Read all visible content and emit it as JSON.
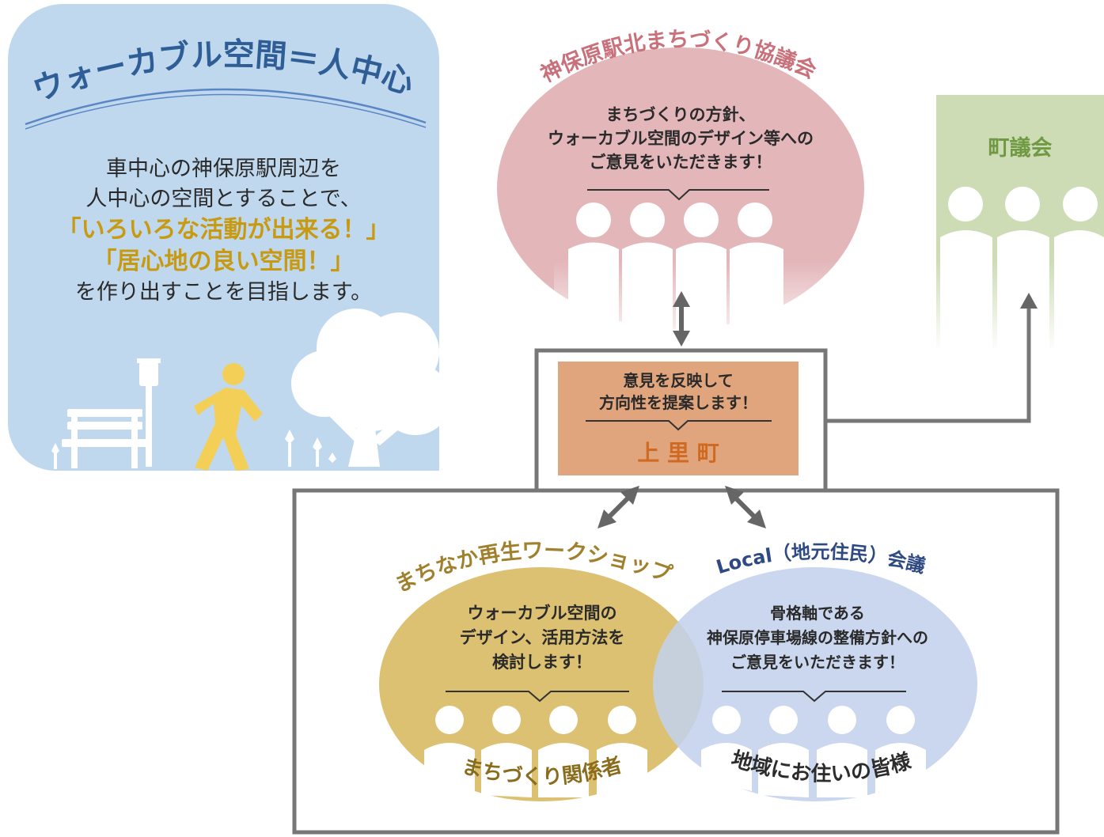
{
  "walkable_panel": {
    "headline": "ウォーカブル空間＝人中心",
    "line1": "車中心の神保原駅周辺を",
    "line2": "人中心の空間とすることで、",
    "highlight1": "「いろいろな活動が出来る！」",
    "highlight2": "「居心地の良い空間！」",
    "line3": "を作り出すことを目指します。"
  },
  "north_council": {
    "arc_title": "神保原駅北まちづくり協議会",
    "body_line1": "まちづくりの方針、",
    "body_line2": "ウォーカブル空間のデザイン等への",
    "body_line3": "ご意見をいただきます！"
  },
  "town_assembly": {
    "title": "町議会"
  },
  "kamisato": {
    "line1": "意見を反映して",
    "line2": "方向性を提案します！",
    "name": "上 里 町"
  },
  "workshop": {
    "arc_title": "まちなか再生ワークショップ",
    "body_line1": "ウォーカブル空間の",
    "body_line2": "デザイン、活用方法を",
    "body_line3": "検討します！",
    "footer_arc": "まちづくり関係者"
  },
  "local_meeting": {
    "arc_title": "Local（地元住民）会議",
    "body_line1": "骨格軸である",
    "body_line2": "神保原停車場線の整備方針への",
    "body_line3": "ご意見をいただきます！",
    "footer_arc": "地域にお住いの皆様"
  },
  "colors": {
    "panel_blue": "#c0d8ee",
    "headline_blue": "#2f5e97",
    "highlight_gold": "#c79a12",
    "north_pink": "#e3b6ba",
    "north_title": "#c9707a",
    "assembly_green": "#cddcb5",
    "assembly_title": "#6f9a43",
    "kamisato_orange": "#e0a57c",
    "kamisato_name": "#d06a22",
    "workshop_gold": "#dcc172",
    "workshop_title": "#a0802c",
    "local_blue": "#c3d1ec",
    "local_title": "#2f4a82",
    "arrow_grey": "#666666"
  }
}
